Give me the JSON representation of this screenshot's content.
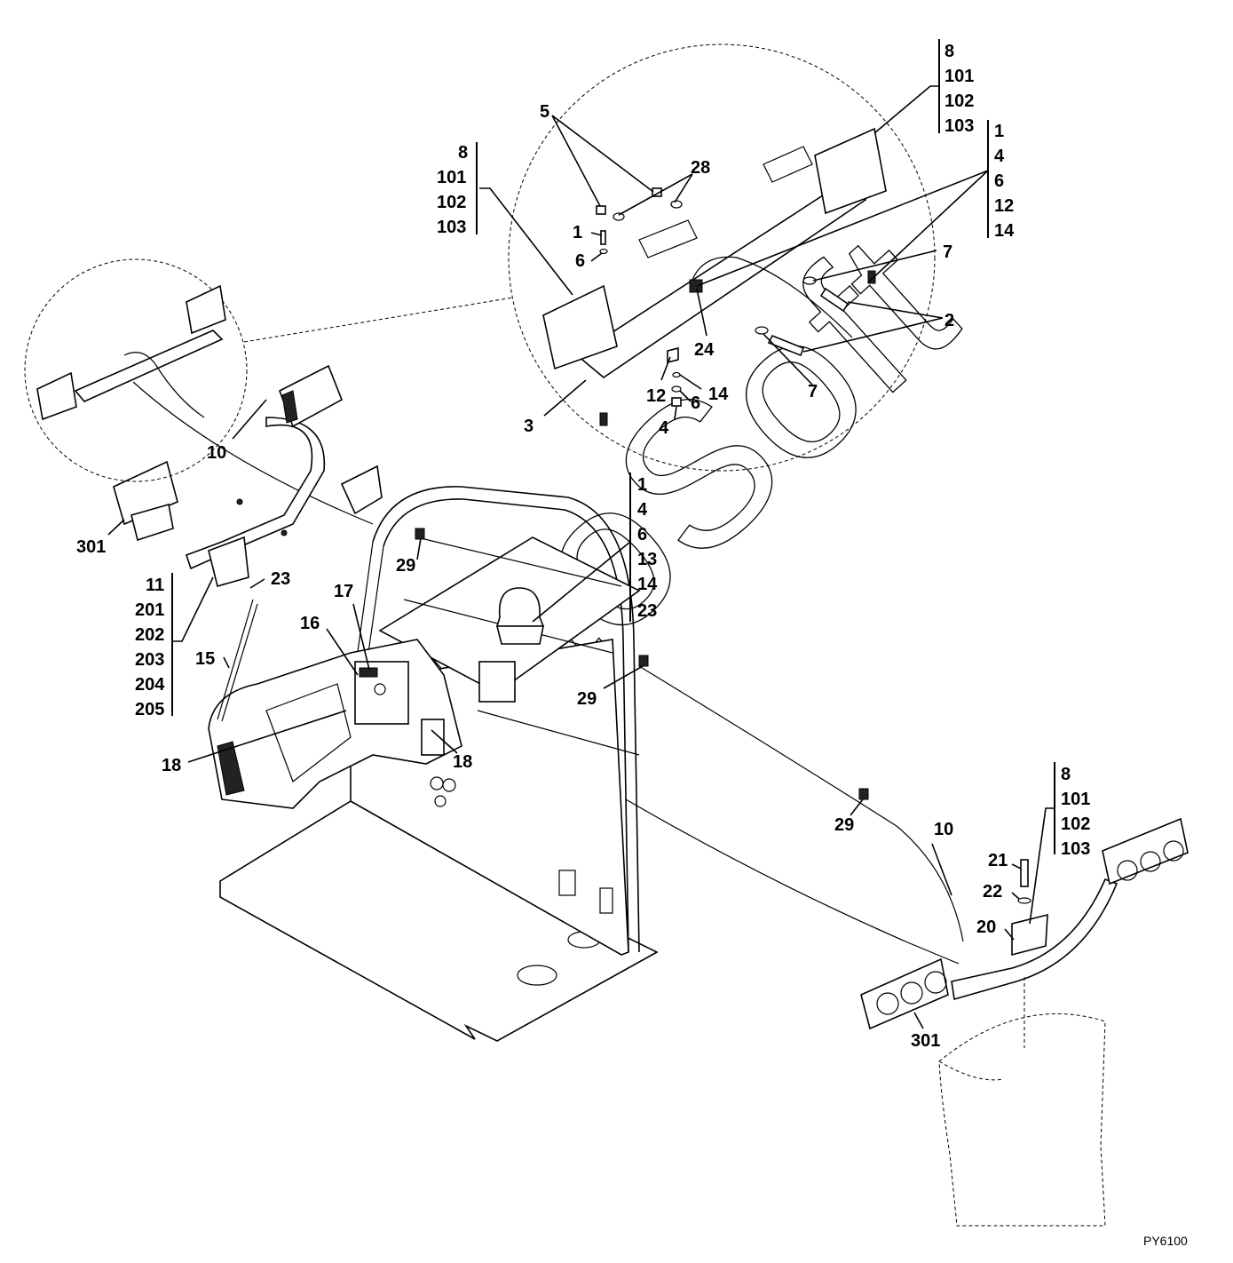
{
  "watermark": "AutoSoft",
  "drawing_code": "PY6100",
  "labels": {
    "l_1_top": "1",
    "l_6_top": "6",
    "l_5": "5",
    "l_28": "28",
    "l_24": "24",
    "l_7_a": "7",
    "l_7_b": "7",
    "l_2": "2",
    "l_12": "12",
    "l_14": "14",
    "l_6_mid": "6",
    "l_4": "4",
    "l_3": "3",
    "l_10_left": "10",
    "l_301_left": "301",
    "l_23": "23",
    "l_15": "15",
    "l_29_a": "29",
    "l_29_b": "29",
    "l_29_c": "29",
    "l_17": "17",
    "l_16": "16",
    "l_18_a": "18",
    "l_18_b": "18",
    "l_10_right": "10",
    "l_21": "21",
    "l_22": "22",
    "l_20": "20",
    "l_301_right": "301"
  },
  "stacks": {
    "top_right": [
      "8",
      "101",
      "102",
      "103"
    ],
    "right_mid": [
      "1",
      "4",
      "6",
      "12",
      "14"
    ],
    "top_left": [
      "8",
      "101",
      "102",
      "103"
    ],
    "center": [
      "1",
      "4",
      "6",
      "13",
      "14",
      "23"
    ],
    "left": [
      "11",
      "201",
      "202",
      "203",
      "204",
      "205"
    ],
    "bottom_right": [
      "8",
      "101",
      "102",
      "103"
    ]
  }
}
